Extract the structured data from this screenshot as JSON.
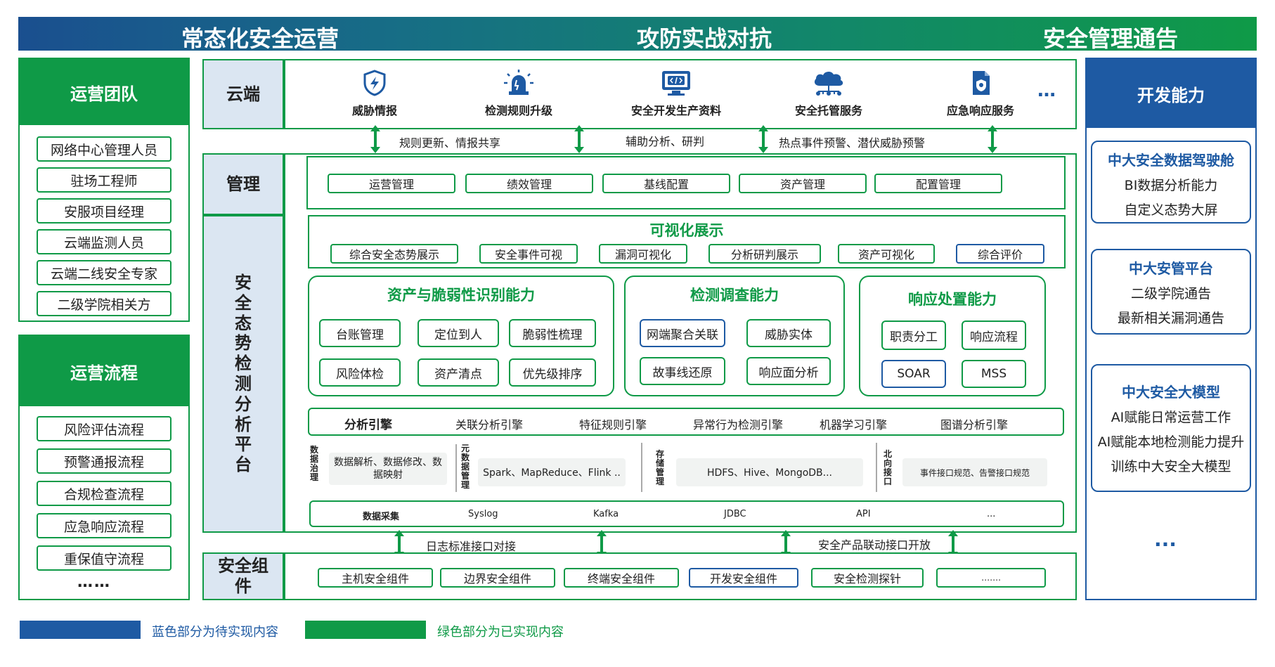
{
  "banner": [
    "常态化安全运营",
    "攻防实战对抗",
    "安全管理通告"
  ],
  "ops_team": {
    "title": "运营团队",
    "items": [
      "网络中心管理人员",
      "驻场工程师",
      "安服项目经理",
      "云端监测人员",
      "云端二线安全专家",
      "二级学院相关方"
    ]
  },
  "ops_process": {
    "title": "运营流程",
    "items": [
      "风险评估流程",
      "预警通报流程",
      "合规检查流程",
      "应急响应流程",
      "重保值守流程"
    ],
    "more": "……"
  },
  "layers": {
    "cloud": "云端",
    "mgmt": "管理",
    "platform": "安全态势检测分析平台",
    "components": "安全组件"
  },
  "cloud_items": [
    {
      "label": "威胁情报",
      "icon": "shield-bolt-icon"
    },
    {
      "label": "检测规则升级",
      "icon": "alarm-light-icon"
    },
    {
      "label": "安全开发生产资料",
      "icon": "code-monitor-icon"
    },
    {
      "label": "安全托管服务",
      "icon": "cloud-network-icon"
    },
    {
      "label": "应急响应服务",
      "icon": "shield-document-icon"
    }
  ],
  "cloud_more": "…",
  "top_arrows": [
    "规则更新、情报共享",
    "辅助分析、研判",
    "热点事件预警、潜伏威胁预警"
  ],
  "mgmt_items": [
    "运营管理",
    "绩效管理",
    "基线配置",
    "资产管理",
    "配置管理"
  ],
  "visual": {
    "title": "可视化展示",
    "items": [
      "综合安全态势展示",
      "安全事件可视",
      "漏洞可视化",
      "分析研判展示",
      "资产可视化",
      "综合评价"
    ]
  },
  "asset": {
    "title": "资产与脆弱性识别能力",
    "items": [
      "台账管理",
      "定位到人",
      "脆弱性梳理",
      "风险体检",
      "资产清点",
      "优先级排序"
    ]
  },
  "detect": {
    "title": "检测调查能力",
    "items": [
      "网端聚合关联",
      "威胁实体",
      "故事线还原",
      "响应面分析"
    ]
  },
  "response": {
    "title": "响应处置能力",
    "items": [
      "职责分工",
      "响应流程",
      "SOAR",
      "MSS"
    ]
  },
  "engine": {
    "title": "分析引擎",
    "items": [
      "关联分析引擎",
      "特征规则引擎",
      "异常行为检测引擎",
      "机器学习引擎",
      "图谱分析引擎"
    ]
  },
  "data_row": {
    "gov_label": "数据治理",
    "gov_text": "数据解析、数据修改、数据映射",
    "meta_label": "元数据管理",
    "meta_text": "Spark、MapReduce、Flink ..",
    "storage_label": "存储管理",
    "storage_text": "HDFS、Hive、MongoDB...",
    "north_label": "北向接口",
    "north_text": "事件接口规范、告警接口规范"
  },
  "collect": {
    "title": "数据采集",
    "items": [
      "Syslog",
      "Kafka",
      "JDBC",
      "API",
      "..."
    ]
  },
  "bottom_arrows": [
    "日志标准接口对接",
    "安全产品联动接口开放"
  ],
  "components": [
    "主机安全组件",
    "边界安全组件",
    "终端安全组件",
    "开发安全组件",
    "安全检测探针",
    "……."
  ],
  "dev": {
    "title": "开发能力",
    "cards": [
      {
        "title": "中大安全数据驾驶舱",
        "lines": [
          "BI数据分析能力",
          "自定义态势大屏"
        ]
      },
      {
        "title": "中大安管平台",
        "lines": [
          "二级学院通告",
          "最新相关漏洞通告"
        ]
      },
      {
        "title": "中大安全大模型",
        "lines": [
          "AI赋能日常运营工作",
          "AI赋能本地检测能力提升",
          "训练中大安全大模型"
        ]
      }
    ],
    "more": "···"
  },
  "legend": {
    "blue": "蓝色部分为待实现内容",
    "green": "绿色部分为已实现内容"
  },
  "colors": {
    "green": "#0f9a47",
    "blue": "#1e5aa3",
    "label_bg": "#dbe6f2"
  }
}
